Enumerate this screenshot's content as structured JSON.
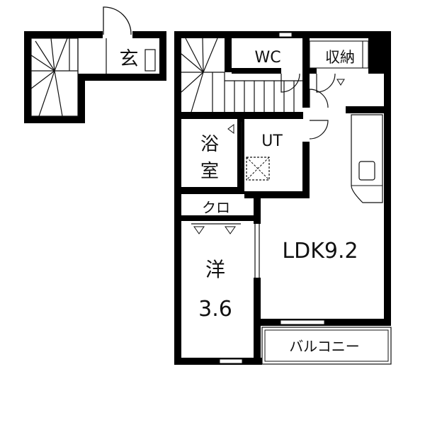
{
  "rooms": {
    "entrance": "玄",
    "wc": "WC",
    "storage": "収納",
    "bath_line1": "浴",
    "bath_line2": "室",
    "utility": "UT",
    "closet": "クロ",
    "western_line1": "洋",
    "western_line2": "3.6",
    "ldk": "LDK9.2",
    "balcony": "バルコニー"
  },
  "colors": {
    "wall": "#000000",
    "line": "#111111",
    "background": "#ffffff"
  }
}
